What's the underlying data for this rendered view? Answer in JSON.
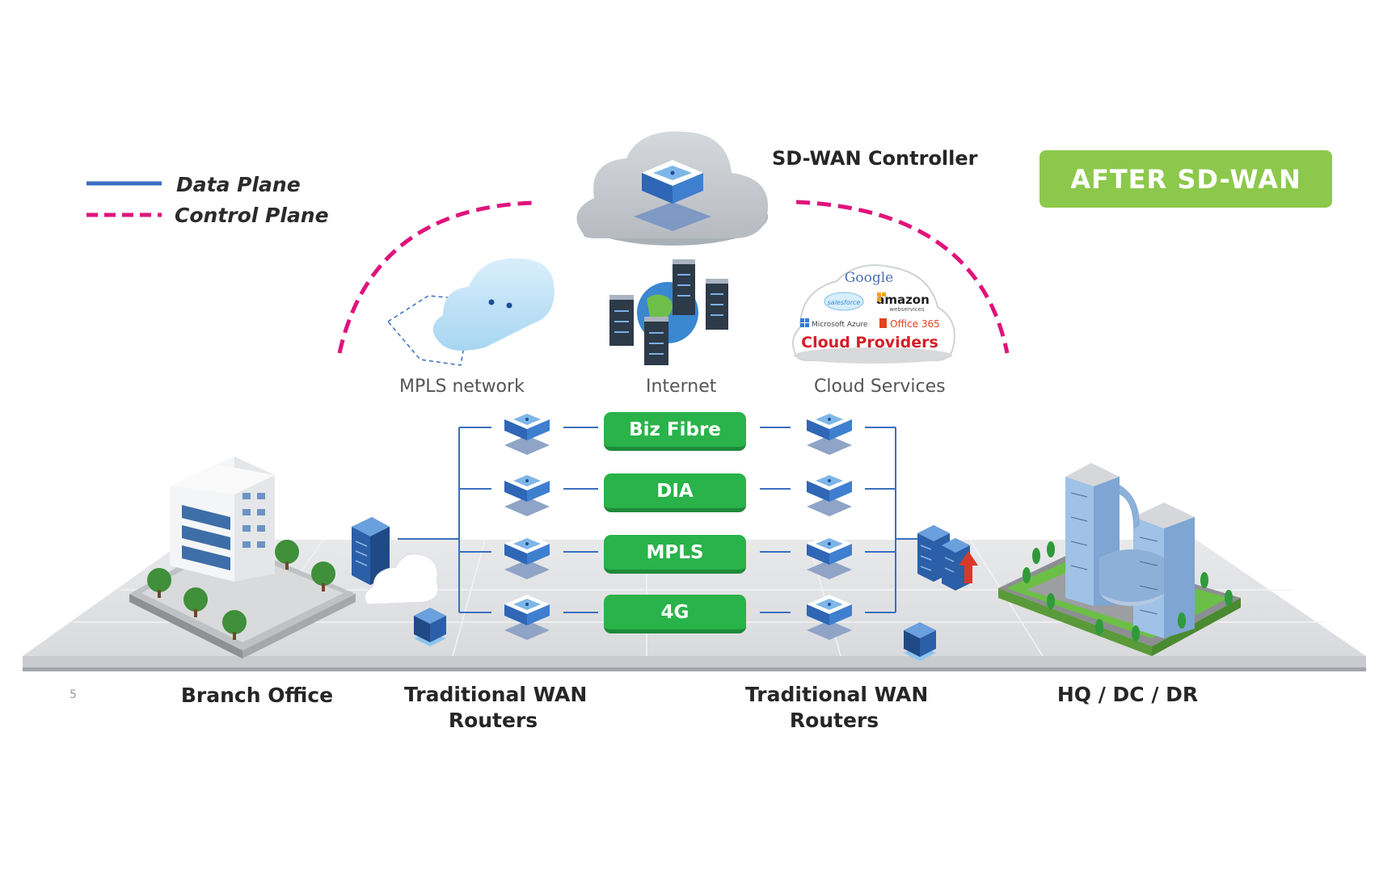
{
  "legend": {
    "data_plane": "Data Plane",
    "control_plane": "Control Plane",
    "data_plane_color": "#3b6fbf",
    "control_plane_color": "#e0137b"
  },
  "banner": {
    "label": "AFTER SD-WAN",
    "color": "#8cc84b"
  },
  "controller": {
    "label": "SD-WAN Controller"
  },
  "clouds": {
    "mpls": "MPLS network",
    "internet": "Internet",
    "cloud_services": "Cloud Services"
  },
  "cloud_providers": {
    "google": "Google",
    "salesforce": "salesforce",
    "amazon": "amazon",
    "amazon_sub": "webservices",
    "azure": "Microsoft Azure",
    "office": "Office 365",
    "title": "Cloud Providers"
  },
  "links": [
    {
      "label": "Biz Fibre"
    },
    {
      "label": "DIA"
    },
    {
      "label": "MPLS"
    },
    {
      "label": "4G"
    }
  ],
  "bottom_labels": {
    "branch": "Branch Office",
    "wan_left_line1": "Traditional WAN",
    "wan_left_line2": "Routers",
    "wan_right_line1": "Traditional WAN",
    "wan_right_line2": "Routers",
    "hq": "HQ / DC / DR"
  },
  "page_number": "5",
  "colors": {
    "link_green": "#29b34a",
    "router_blue": "#3a78c6",
    "ground": "#e2e3e5"
  }
}
